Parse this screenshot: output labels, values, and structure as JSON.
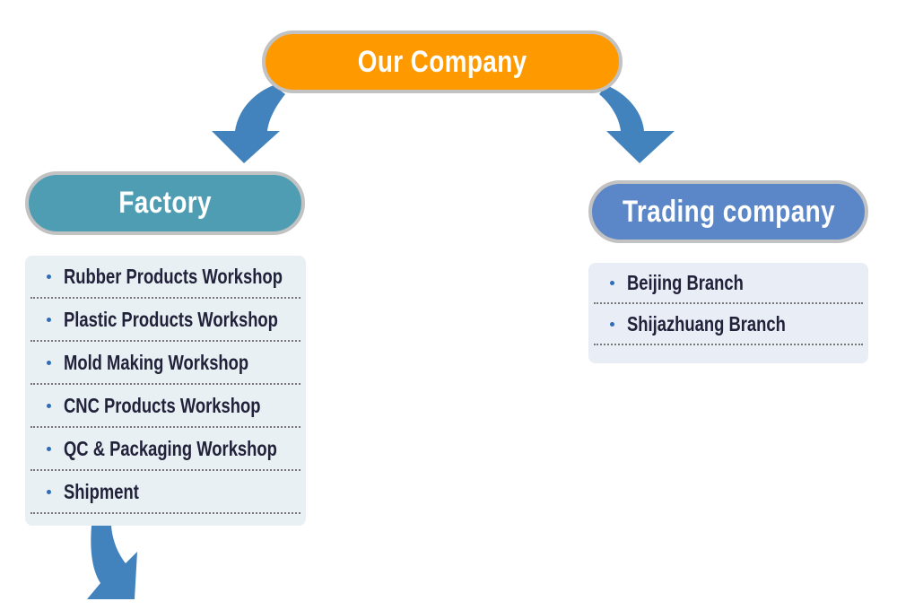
{
  "root": {
    "label": "Our Company",
    "color": "#fe9900"
  },
  "branches": [
    {
      "label": "Factory",
      "color": "#4f9db3",
      "items": [
        "Rubber Products Workshop",
        "Plastic Products Workshop",
        "Mold Making Workshop",
        "CNC Products Workshop",
        "QC & Packaging Workshop",
        "Shipment"
      ]
    },
    {
      "label": "Trading company",
      "color": "#5b87c8",
      "items": [
        "Beijing Branch",
        "Shijazhuang Branch"
      ]
    }
  ],
  "arrow_color": "#4383bd"
}
